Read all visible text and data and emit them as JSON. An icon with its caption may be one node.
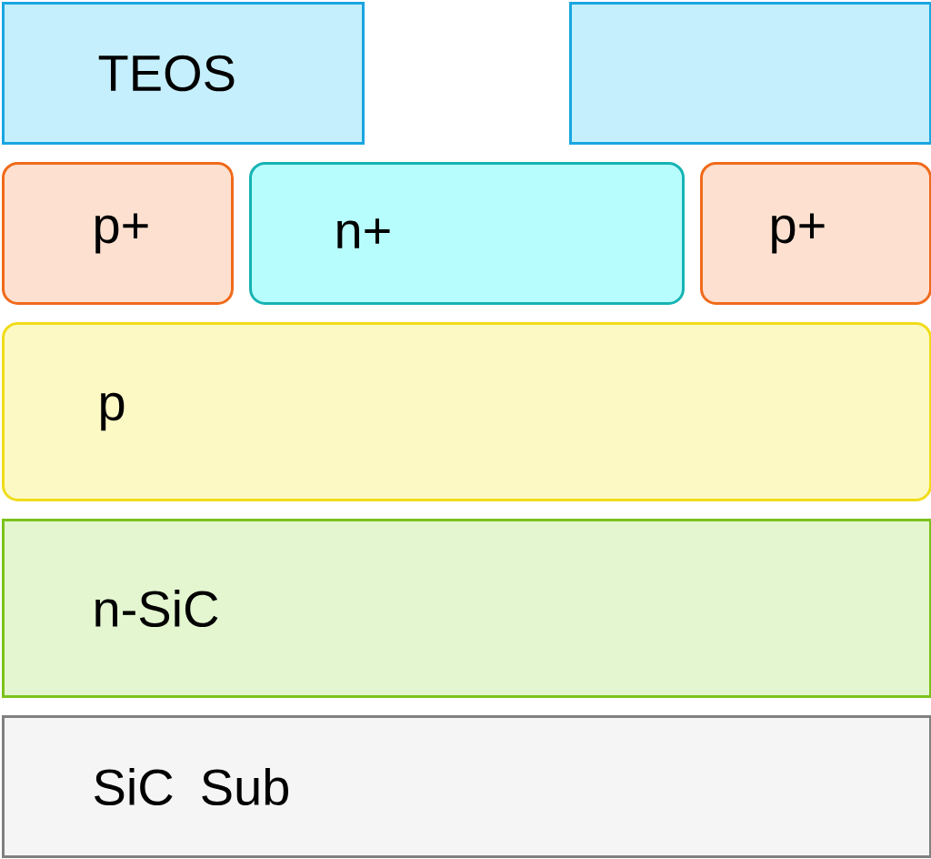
{
  "diagram": {
    "nodes": [
      {
        "text": [
          "TEOS"
        ]
      },
      {
        "text": [],
        "shape": "box"
      },
      {
        "text": [
          "p+"
        ]
      },
      {
        "text": [
          "n+"
        ]
      },
      {
        "text": [
          "p+"
        ]
      },
      {
        "text": [
          "p"
        ]
      },
      {
        "text": [
          "n-SiC"
        ]
      },
      {
        "text": [
          "SiC Sub"
        ]
      }
    ]
  }
}
